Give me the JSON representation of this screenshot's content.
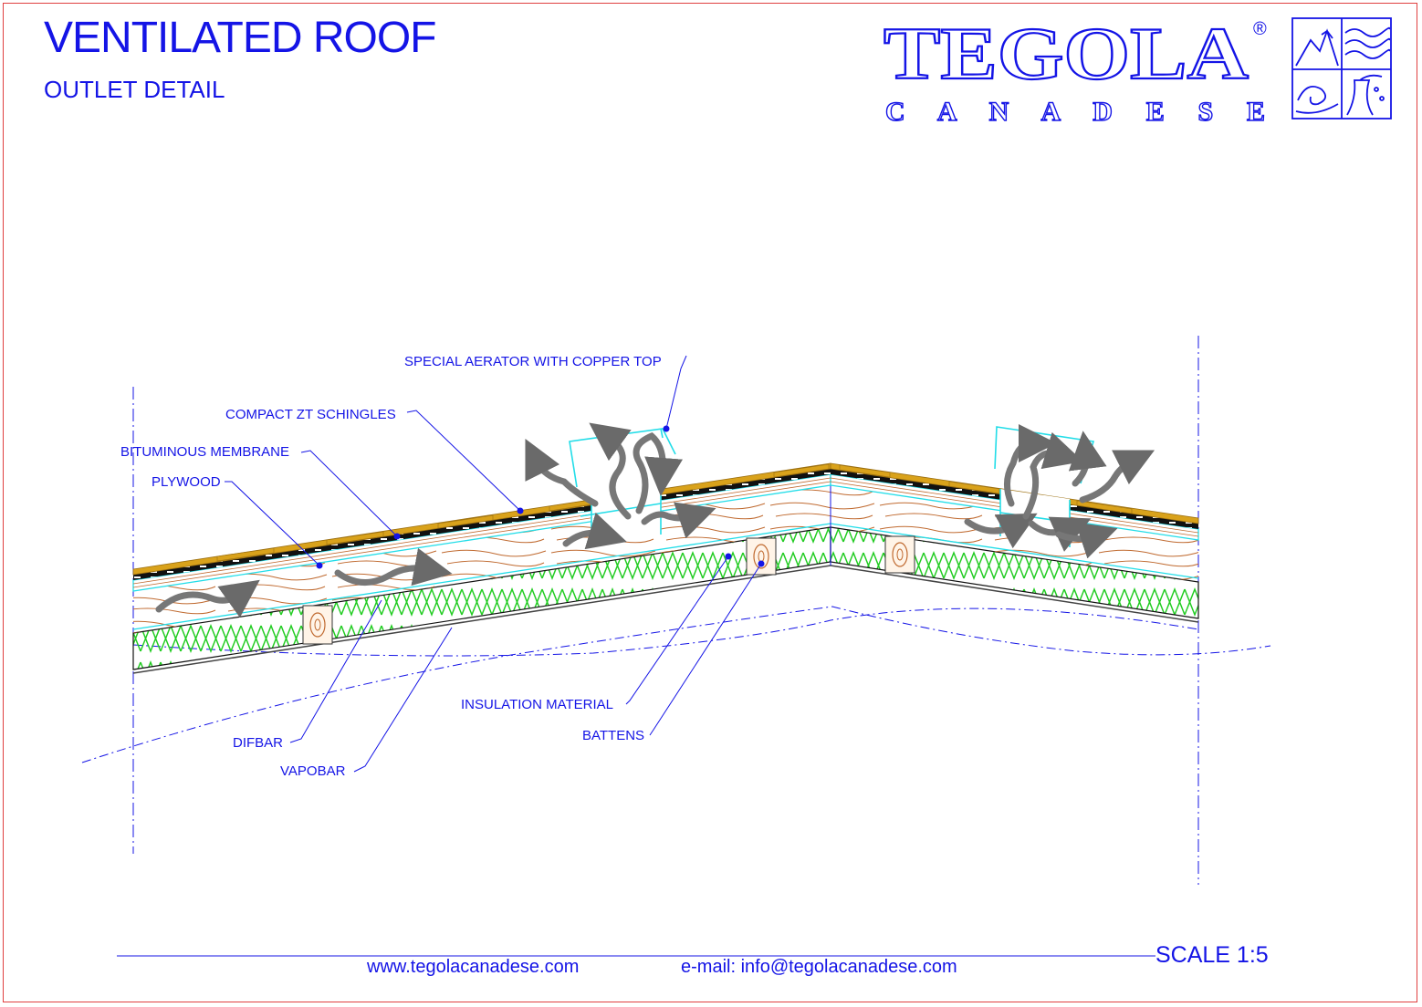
{
  "header": {
    "title": "VENTILATED ROOF",
    "subtitle": "OUTLET DETAIL"
  },
  "brand": {
    "name": "TEGOLA",
    "registered": "®",
    "subname": "C A N A D E S E",
    "logo_icon": "seasons-emblem-icon"
  },
  "labels": {
    "aerator": "SPECIAL AERATOR WITH COPPER TOP",
    "shingles": "COMPACT ZT SCHINGLES",
    "membrane": "BITUMINOUS MEMBRANE",
    "plywood": "PLYWOOD",
    "insulation": "INSULATION MATERIAL",
    "battens": "BATTENS",
    "difbar": "DIFBAR",
    "vapobar": "VAPOBAR"
  },
  "footer": {
    "website": "www.tegolacanadese.com",
    "email": "e-mail: info@tegolacanadese.com",
    "scale": "SCALE 1:5"
  },
  "colors": {
    "text": "#1414e6",
    "frame": "#e04040",
    "shingle": "#d9a21b",
    "membrane": "#111111",
    "insulation": "#22cc22",
    "wood_grain": "#c06a30",
    "aerator": "#22dde8",
    "airflow_arrow": "#777777"
  }
}
